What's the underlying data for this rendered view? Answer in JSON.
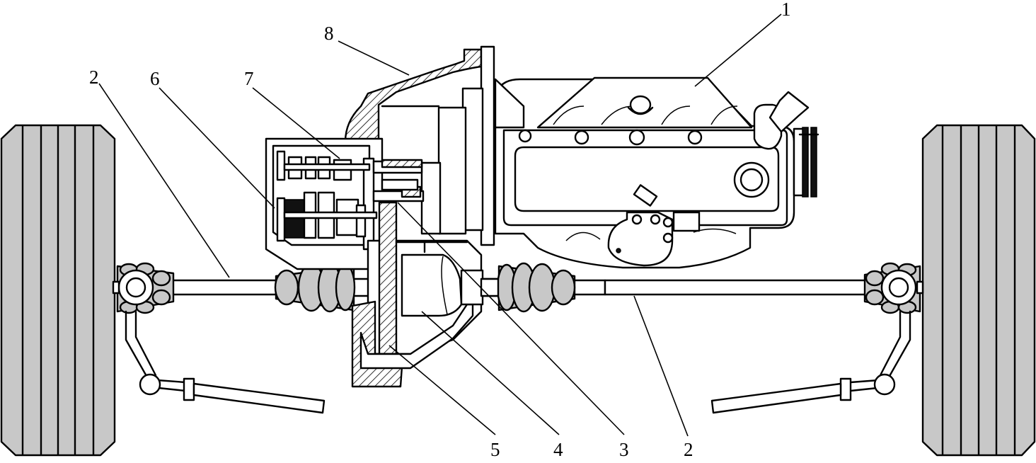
{
  "diagram": {
    "callouts": {
      "c1": "1",
      "c2_left": "2",
      "c2_right": "2",
      "c3": "3",
      "c4": "4",
      "c5": "5",
      "c6": "6",
      "c7": "7",
      "c8": "8"
    }
  }
}
